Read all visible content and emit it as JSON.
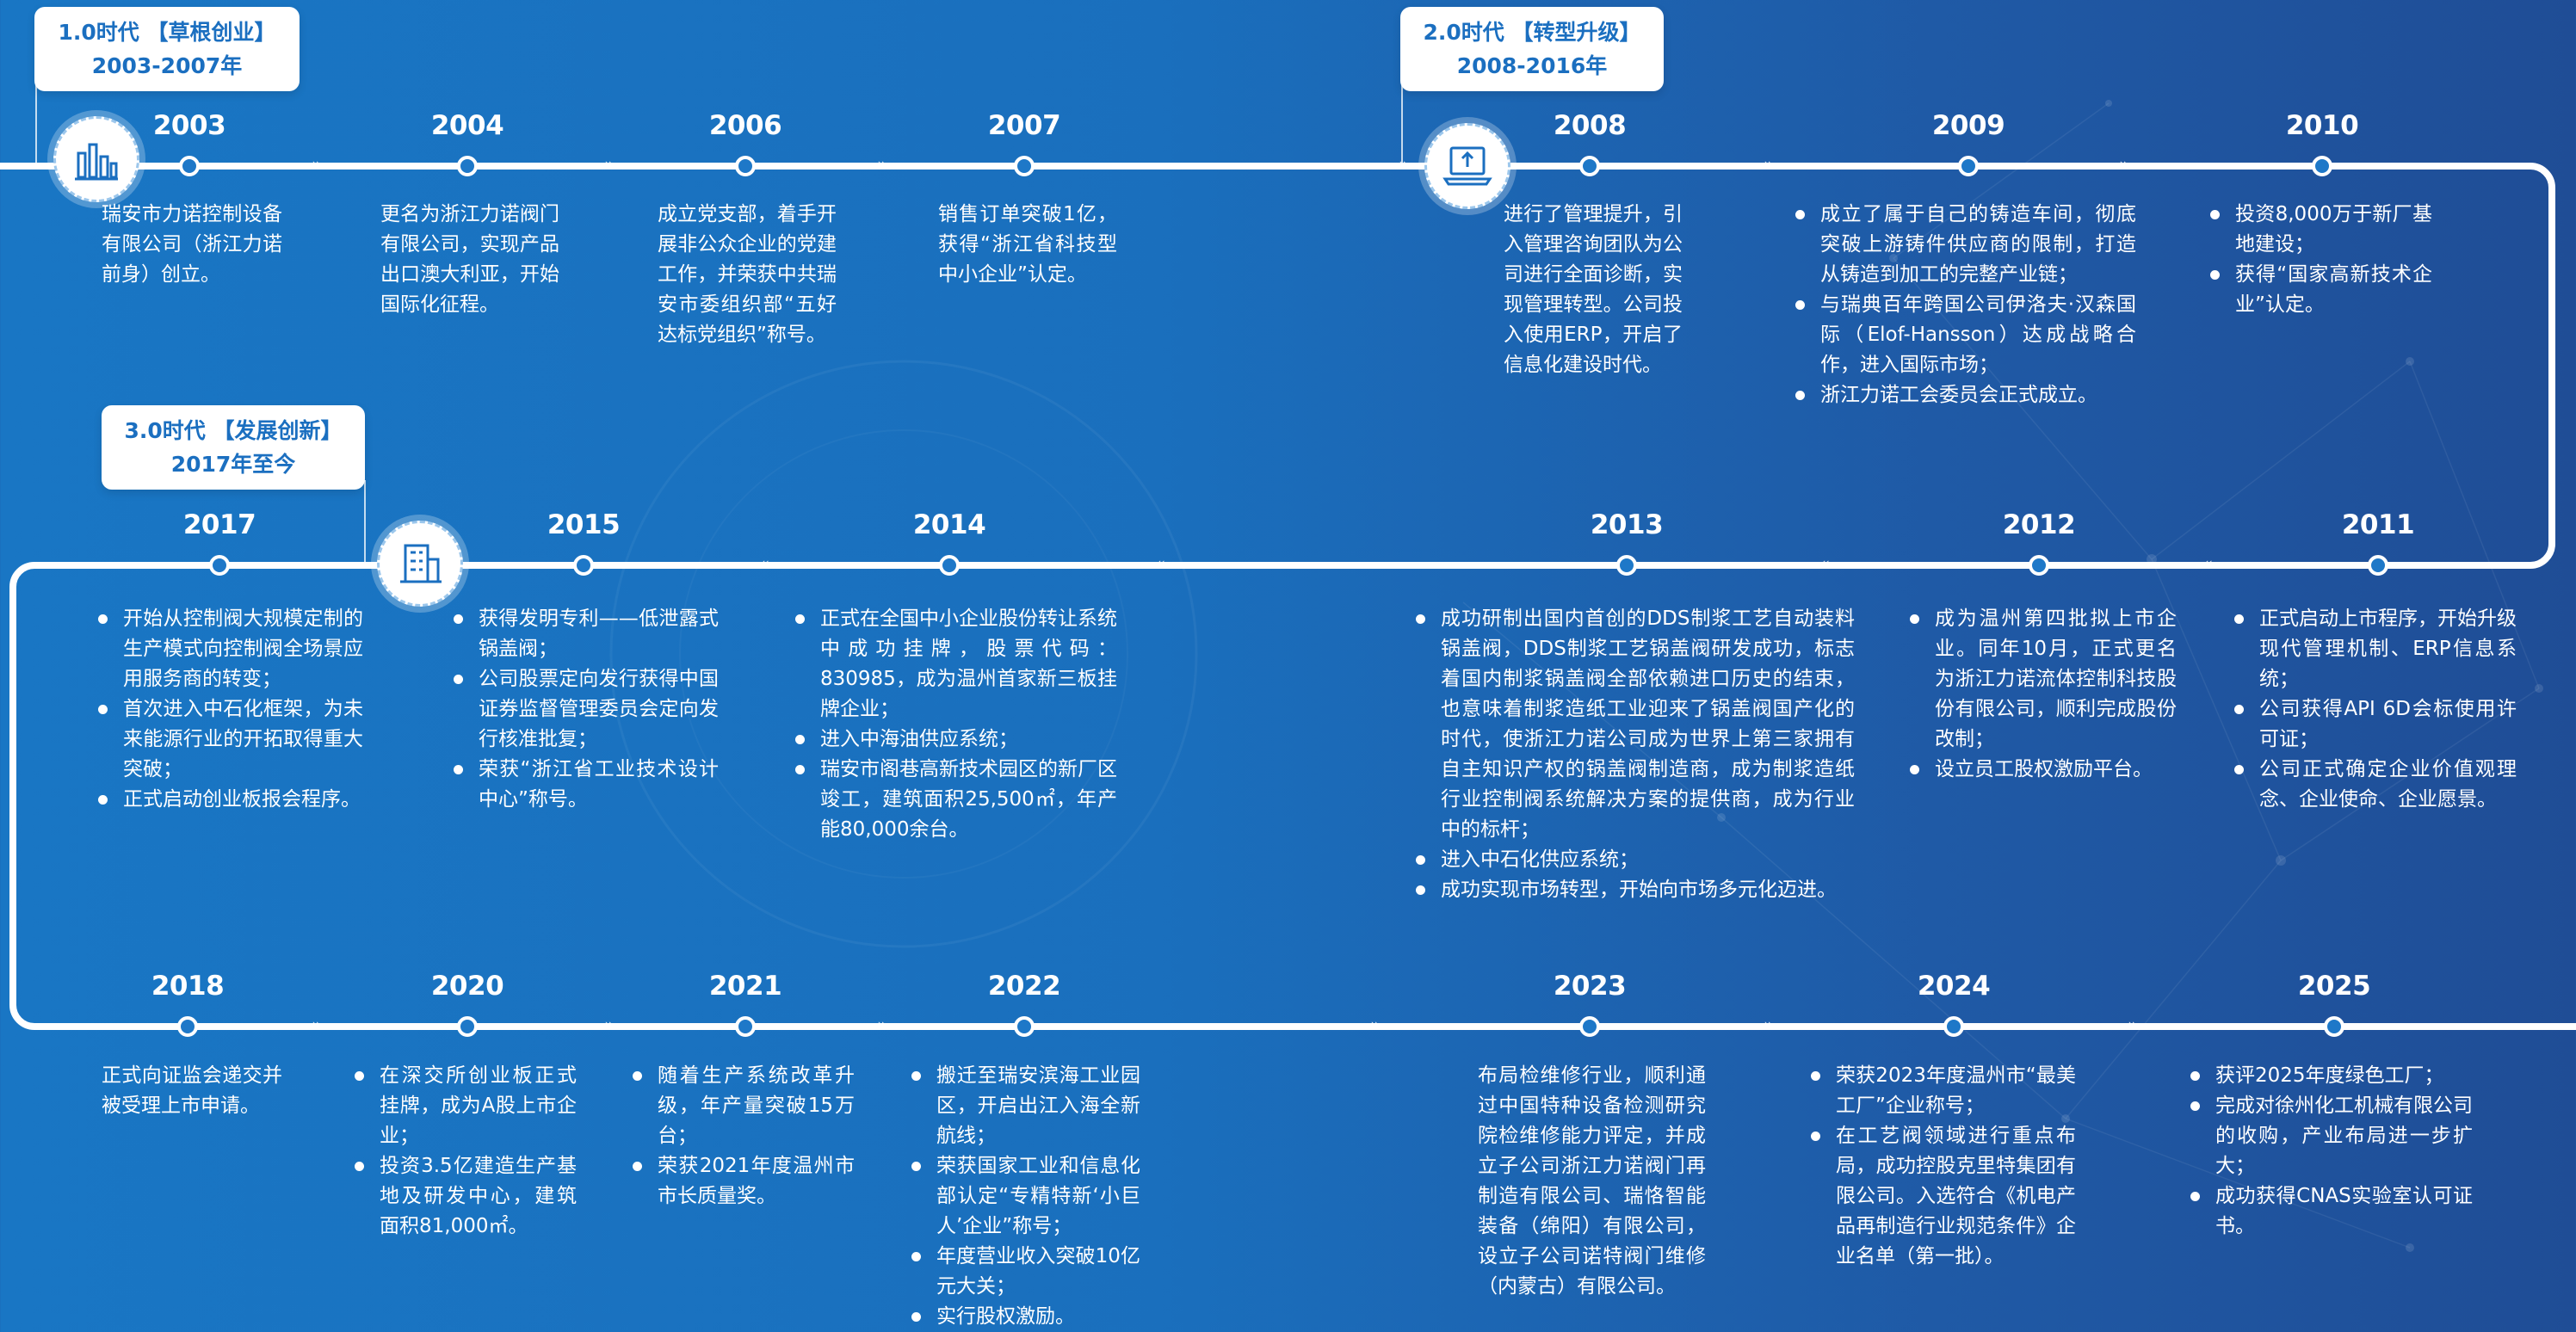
{
  "eras": [
    {
      "line1": "1.0时代 【草根创业】",
      "line2": "2003-2007年"
    },
    {
      "line1": "2.0时代 【转型升级】",
      "line2": "2008-2016年"
    },
    {
      "line1": "3.0时代 【发展创新】",
      "line2": "2017年至今"
    }
  ],
  "icons": [
    "chart-icon",
    "laptop-icon",
    "building-icon"
  ],
  "milestones": {
    "y2003": {
      "year": "2003",
      "text": "瑞安市力诺控制设备有限公司（浙江力诺前身）创立。"
    },
    "y2004": {
      "year": "2004",
      "text": "更名为浙江力诺阀门有限公司，实现产品出口澳大利亚，开始国际化征程。"
    },
    "y2006": {
      "year": "2006",
      "text": "成立党支部，着手开展非公众企业的党建工作，并荣获中共瑞安市委组织部“五好达标党组织”称号。"
    },
    "y2007": {
      "year": "2007",
      "text": "销售订单突破1亿，获得“浙江省科技型中小企业”认定。"
    },
    "y2008": {
      "year": "2008",
      "text": "进行了管理提升，引入管理咨询团队为公司进行全面诊断，实现管理转型。公司投入使用ERP，开启了信息化建设时代。"
    },
    "y2009": {
      "year": "2009",
      "items": [
        "成立了属于自己的铸造车间，彻底突破上游铸件供应商的限制，打造从铸造到加工的完整产业链；",
        "与瑞典百年跨国公司伊洛夫·汉森国际（Elof-Hansson）达成战略合作，进入国际市场；",
        "浙江力诺工会委员会正式成立。"
      ]
    },
    "y2010": {
      "year": "2010",
      "items": [
        "投资8,000万于新厂基地建设；",
        "获得“国家高新技术企业”认定。"
      ]
    },
    "y2017": {
      "year": "2017",
      "items": [
        "开始从控制阀大规模定制的生产模式向控制阀全场景应用服务商的转变；",
        "首次进入中石化框架，为未来能源行业的开拓取得重大突破；",
        "正式启动创业板报会程序。"
      ]
    },
    "y2015": {
      "year": "2015",
      "items": [
        "获得发明专利——低泄露式锅盖阀；",
        "公司股票定向发行获得中国证券监督管理委员会定向发行核准批复；",
        "荣获“浙江省工业技术设计中心”称号。"
      ]
    },
    "y2014": {
      "year": "2014",
      "items": [
        "正式在全国中小企业股份转让系统中成功挂牌，股票代码：830985，成为温州首家新三板挂牌企业；",
        "进入中海油供应系统；",
        "瑞安市阁巷高新技术园区的新厂区竣工，建筑面积25,500㎡，年产能80,000余台。"
      ]
    },
    "y2013": {
      "year": "2013",
      "items": [
        "成功研制出国内首创的DDS制浆工艺自动装料锅盖阀，DDS制浆工艺锅盖阀研发成功，标志着国内制浆锅盖阀全部依赖进口历史的结束，也意味着制浆造纸工业迎来了锅盖阀国产化的时代，使浙江力诺公司成为世界上第三家拥有自主知识产权的锅盖阀制造商，成为制浆造纸行业控制阀系统解决方案的提供商，成为行业中的标杆；",
        "进入中石化供应系统；",
        "成功实现市场转型，开始向市场多元化迈进。"
      ]
    },
    "y2012": {
      "year": "2012",
      "items": [
        "成为温州第四批拟上市企业。同年10月，正式更名为浙江力诺流体控制科技股份有限公司，顺利完成股份改制；",
        "设立员工股权激励平台。"
      ]
    },
    "y2011": {
      "year": "2011",
      "items": [
        "正式启动上市程序，开始升级现代管理机制、ERP信息系统；",
        "公司获得API 6D会标使用许可证；",
        "公司正式确定企业价值观理念、企业使命、企业愿景。"
      ]
    },
    "y2018": {
      "year": "2018",
      "text": "正式向证监会递交并被受理上市申请。"
    },
    "y2020": {
      "year": "2020",
      "items": [
        "在深交所创业板正式挂牌，成为A股上市企业；",
        "投资3.5亿建造生产基地及研发中心，建筑面积81,000㎡。"
      ]
    },
    "y2021": {
      "year": "2021",
      "items": [
        "随着生产系统改革升级，年产量突破15万台；",
        "荣获2021年度温州市市长质量奖。"
      ]
    },
    "y2022": {
      "year": "2022",
      "items": [
        "搬迁至瑞安滨海工业园区，开启出江入海全新航线；",
        "荣获国家工业和信息化部认定“专精特新‘小巨人’企业”称号；",
        "年度营业收入突破10亿元大关；",
        "实行股权激励。"
      ]
    },
    "y2023": {
      "year": "2023",
      "text": "布局检维修行业，顺利通过中国特种设备检测研究院检维修能力评定，并成立子公司浙江力诺阀门再制造有限公司、瑞恪智能装备（绵阳）有限公司，设立子公司诺特阀门维修（内蒙古）有限公司。"
    },
    "y2024": {
      "year": "2024",
      "items": [
        "荣获2023年度温州市“最美工厂”企业称号；",
        "在工艺阀领域进行重点布局，成功控股克里特集团有限公司。入选符合《机电产品再制造行业规范条件》企业名单（第一批）。"
      ]
    },
    "y2025": {
      "year": "2025",
      "items": [
        "获评2025年度绿色工厂；",
        "完成对徐州化工机械有限公司的收购，产业布局进一步扩大；",
        "成功获得CNAS实验室认可证书。"
      ]
    }
  }
}
